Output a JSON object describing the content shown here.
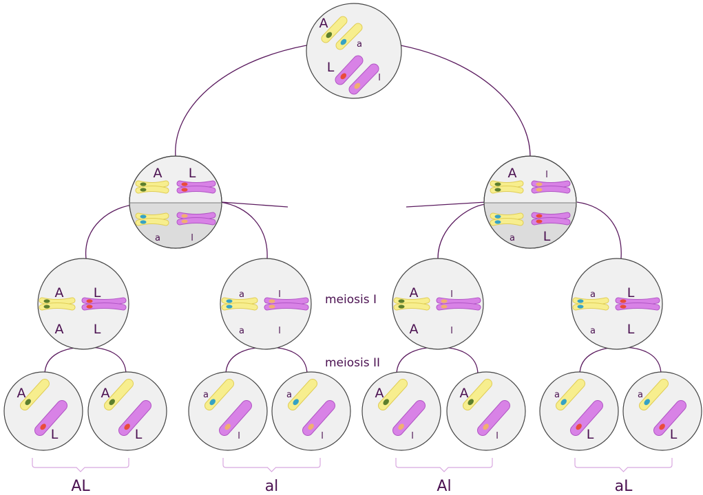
{
  "colors": {
    "connector": "#5a1a5e",
    "cell_fill": "#f0f0f0",
    "cell_stroke": "#444444",
    "yellow_chromosome": "#f7ee8e",
    "yellow_stroke": "#e0cd55",
    "purple_chromosome": "#d882e6",
    "purple_stroke": "#b055c4",
    "allele_A": "#5d7f2e",
    "allele_a": "#36a2c4",
    "allele_L": "#e94c3a",
    "allele_l": "#f0b070",
    "bracket": "#d8a6df"
  },
  "stages": {
    "meiosis_1": "meiosis I",
    "meiosis_2": "meiosis II"
  },
  "parent_cell": {
    "alleles": [
      "A",
      "a",
      "L",
      "l"
    ]
  },
  "metaphase_cells": [
    {
      "top": [
        "A",
        "L"
      ],
      "bottom": [
        "a",
        "l"
      ]
    },
    {
      "top": [
        "A",
        "l"
      ],
      "bottom": [
        "a",
        "L"
      ]
    }
  ],
  "meiosis_1_cells": [
    {
      "top": [
        "A",
        "L"
      ],
      "bottom": [
        "A",
        "L"
      ]
    },
    {
      "top": [
        "a",
        "l"
      ],
      "bottom": [
        "a",
        "l"
      ]
    },
    {
      "top": [
        "A",
        "l"
      ],
      "bottom": [
        "A",
        "l"
      ]
    },
    {
      "top": [
        "a",
        "L"
      ],
      "bottom": [
        "a",
        "L"
      ]
    }
  ],
  "gamete_cells": [
    {
      "yellow": "A",
      "purple": "L"
    },
    {
      "yellow": "A",
      "purple": "L"
    },
    {
      "yellow": "a",
      "purple": "l"
    },
    {
      "yellow": "a",
      "purple": "l"
    },
    {
      "yellow": "A",
      "purple": "l"
    },
    {
      "yellow": "A",
      "purple": "l"
    },
    {
      "yellow": "a",
      "purple": "L"
    },
    {
      "yellow": "a",
      "purple": "L"
    }
  ],
  "gamete_labels": [
    "AL",
    "al",
    "Al",
    "aL"
  ]
}
